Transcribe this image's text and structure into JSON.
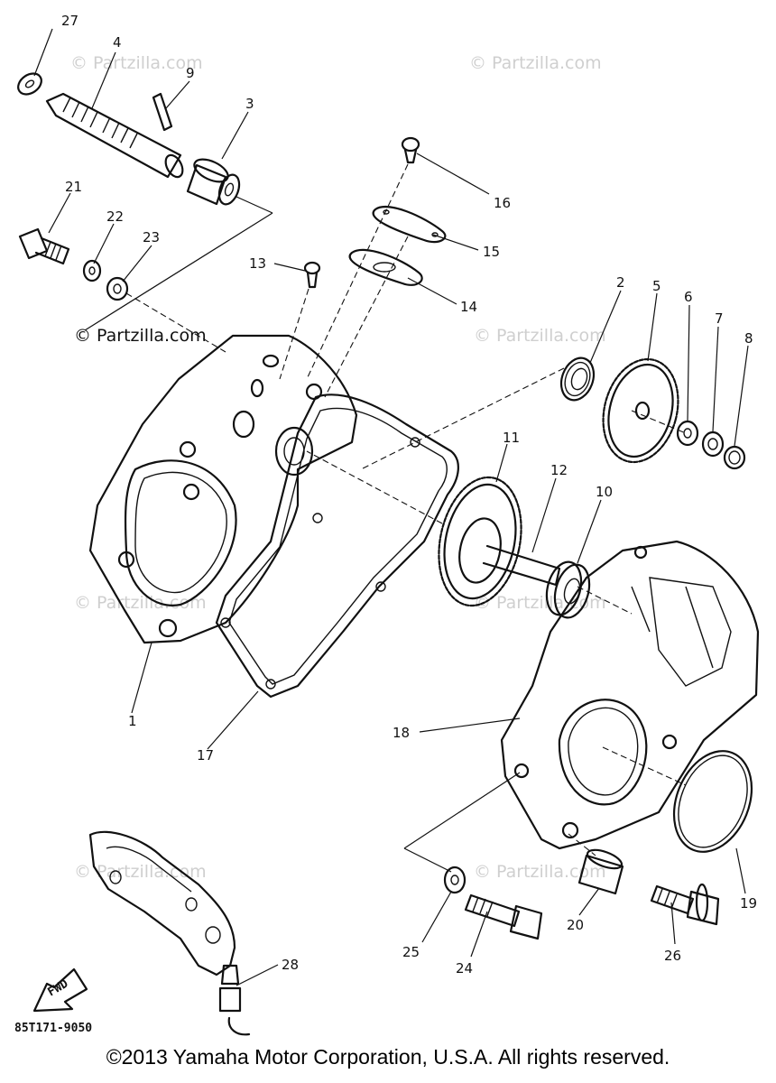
{
  "watermark": "© Partzilla.com",
  "diagram_code": "85T171-9050",
  "direction_label": "FWD",
  "copyright": "©2013 Yamaha Motor Corporation, U.S.A. All rights reserved.",
  "callouts": [
    "27",
    "4",
    "9",
    "3",
    "16",
    "15",
    "21",
    "22",
    "23",
    "13",
    "14",
    "2",
    "5",
    "6",
    "7",
    "8",
    "11",
    "12",
    "10",
    "1",
    "17",
    "18",
    "19",
    "25",
    "24",
    "20",
    "26",
    "28"
  ]
}
